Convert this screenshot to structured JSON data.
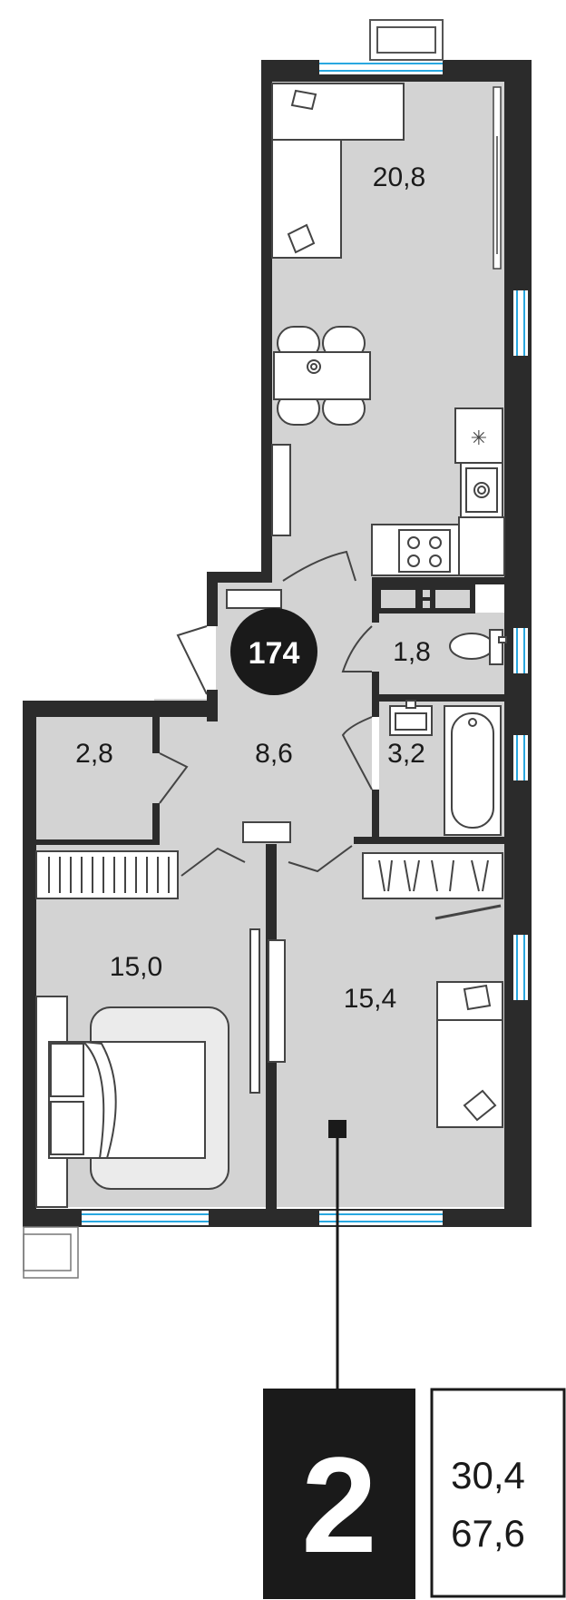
{
  "apartment": {
    "number": "174",
    "rooms": "2",
    "living_area": "30,4",
    "total_area": "67,6"
  },
  "rooms": [
    {
      "id": "living-kitchen",
      "area": "20,8"
    },
    {
      "id": "toilet",
      "area": "1,8"
    },
    {
      "id": "hall",
      "area": "8,6"
    },
    {
      "id": "storage",
      "area": "2,8"
    },
    {
      "id": "bathroom",
      "area": "3,2"
    },
    {
      "id": "bedroom-left",
      "area": "15,0"
    },
    {
      "id": "bedroom-right",
      "area": "15,4"
    }
  ],
  "colors": {
    "wall": "#2b2b2b",
    "floor": "#d3d3d3",
    "window": "#29a8e0",
    "furniture": "#ffffff",
    "badge": "#1a1a1a"
  },
  "icons": [
    "sofa-icon",
    "dining-table-icon",
    "fridge-icon",
    "sink-icon",
    "stove-icon",
    "toilet-icon",
    "bathtub-icon",
    "wardrobe-icon",
    "bed-icon",
    "entrance-marker-icon"
  ]
}
